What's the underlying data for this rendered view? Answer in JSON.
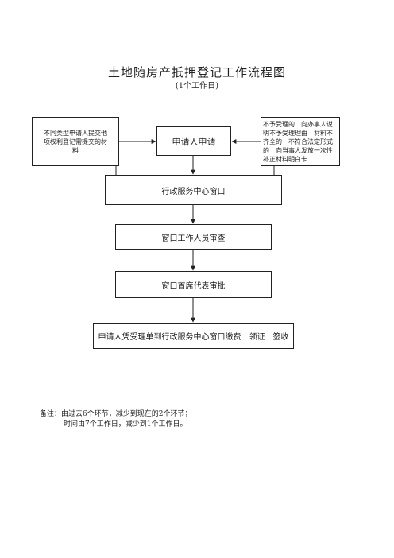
{
  "title": "土地随房产抵押登记工作流程图",
  "subtitle": "(1个工作日)",
  "boxes": {
    "left": "不同类型申请人提交他项权利登记需提交的材料",
    "applicant": "申请人申请",
    "right": "不予受理的　向办事人说明不予受理理由　材料不齐全的　不符合法定形式的　向当事人发放一次性补正材料明白卡",
    "center": "行政服务中心窗口",
    "review": "窗口工作人员审查",
    "approve": "窗口首席代表审批",
    "final": "申请人凭受理单到行政服务中心窗口缴费　领证　签收"
  },
  "note": {
    "line1": "备注：由过去6个环节，减少到现在的2个环节；",
    "line2": "时间由7个工作日，减少到1个工作日。"
  }
}
